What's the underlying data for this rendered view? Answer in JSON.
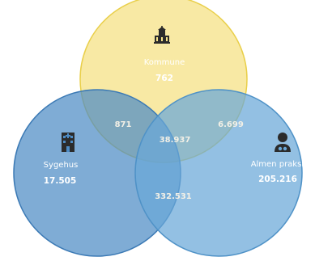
{
  "venn": {
    "sets": {
      "kommune": {
        "label": "Kommune",
        "value": "762",
        "icon": "town-hall-icon",
        "color": "#f6e26e"
      },
      "sygehus": {
        "label": "Sygehus",
        "value": "17.505",
        "icon": "hospital-icon",
        "color": "#4f8fc6"
      },
      "almen": {
        "label": "Almen praksis",
        "value": "205.216",
        "icon": "doctor-icon",
        "color": "#6aa8d8"
      }
    },
    "intersections": {
      "kommune_sygehus": "871",
      "kommune_almen": "6.699",
      "all_three": "38.937",
      "sygehus_almen": "332.531"
    }
  }
}
